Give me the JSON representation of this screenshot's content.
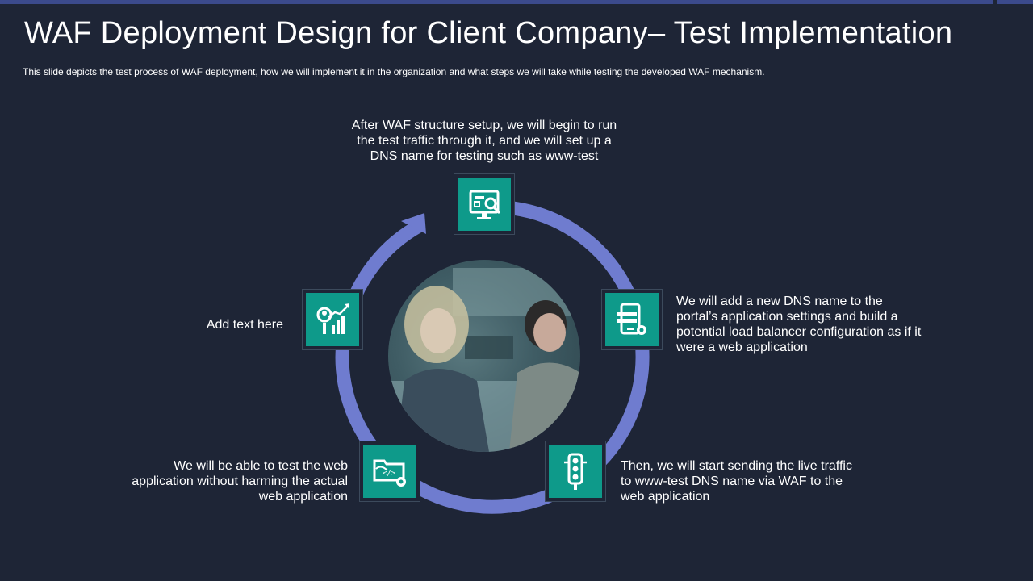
{
  "slide": {
    "title": "WAF Deployment Design for Client Company– Test Implementation",
    "subtitle": "This slide depicts the test process of WAF deployment, how we will implement it in the organization and what steps we will take while testing the developed  WAF mechanism."
  },
  "steps": [
    {
      "icon": "monitor-search-icon",
      "text": "After WAF structure  setup, we will begin to run the test traffic through it, and we will set up a DNS name for testing such as www-test"
    },
    {
      "icon": "mobile-settings-icon",
      "text": "We will add a new DNS name to the portal’s application settings and build a potential load balancer configuration as if it were a web application"
    },
    {
      "icon": "traffic-light-icon",
      "text": "Then,  we will start sending the live traffic to www-test  DNS name via WAF to the web application"
    },
    {
      "icon": "code-folder-gear-icon",
      "text": "We will be able to test the web application without harming the actual web application"
    },
    {
      "icon": "user-growth-chart-icon",
      "text": "Add text here"
    }
  ],
  "colors": {
    "background": "#1e2536",
    "ring": "#6f7ccf",
    "tile": "#0e9a8a",
    "accent_bar": "#3b4a8c"
  }
}
